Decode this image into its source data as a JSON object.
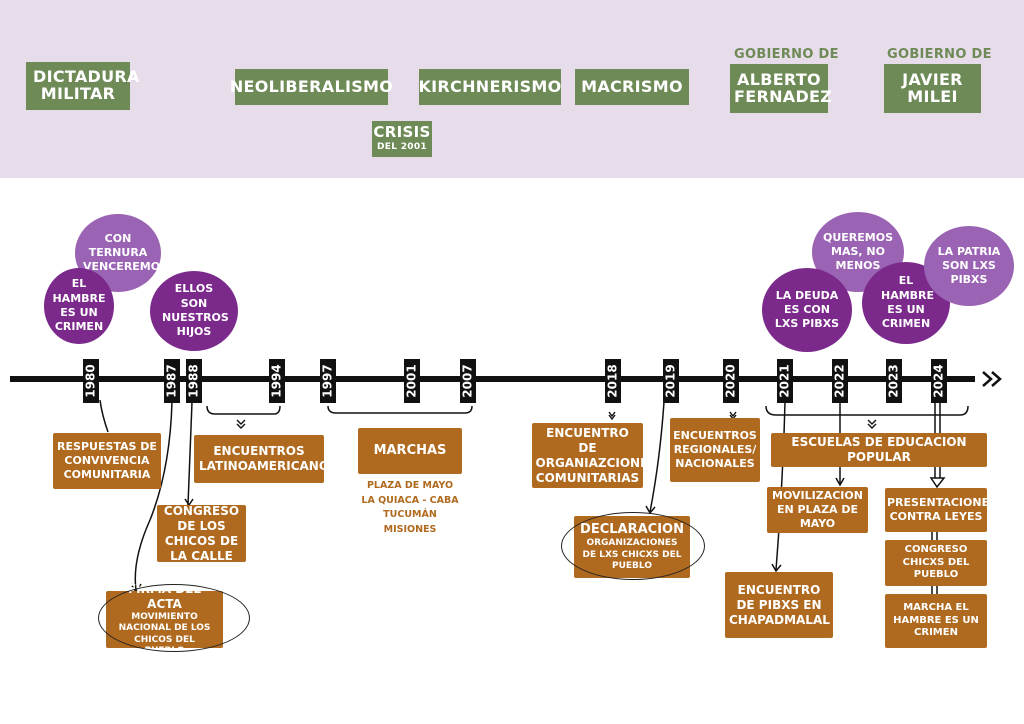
{
  "eras": {
    "dictadura": "DICTADURA MILITAR",
    "neoliberalismo": "NEOLIBERALISMO",
    "crisis_title": "CRISIS",
    "crisis_sub": "DEL 2001",
    "kirchnerismo": "KIRCHNERISMO",
    "macrismo": "MACRISMO",
    "fernandez_label": "GOBIERNO DE",
    "fernandez": "ALBERTO FERNADEZ",
    "milei_label": "GOBIERNO DE",
    "milei": "JAVIER MILEI"
  },
  "slogans": {
    "ternura": "CON TERNURA VENCEREMOS",
    "hambre1": "EL HAMBRE ES UN CRIMEN",
    "hijos": "ELLOS SON NUESTROS HIJOS",
    "queremos": "QUEREMOS MAS, NO MENOS",
    "deuda": "LA DEUDA ES CON LXS PIBXS",
    "hambre2": "EL HAMBRE ES UN CRIMEN",
    "patria": "LA PATRIA SON LXS PIBXS"
  },
  "years": [
    "1980",
    "1987",
    "1988",
    "1994",
    "1997",
    "2001",
    "2007",
    "2018",
    "2019",
    "2020",
    "2021",
    "2022",
    "2023",
    "2024"
  ],
  "events": {
    "respuestas": "RESPUESTAS DE CONVIVENCIA COMUNITARIA",
    "firma_title": "FIRMA DEL ACTA",
    "firma_sub": "MOVIMIENTO NACIONAL DE LOS CHICOS DEL PUEBLO",
    "congreso_calle": "CONGRESO DE LOS CHICOS DE LA CALLE",
    "latinoamericanos": "ENCUENTROS LATINOAMERICANOS",
    "marchas": "MARCHAS",
    "marchas_places": [
      "PLAZA DE MAYO",
      "LA QUIACA - CABA",
      "TUCUMÁN",
      "MISIONES"
    ],
    "organizaciones": "ENCUENTRO DE ORGANIAZCIONES COMUNITARIAS",
    "declaracion_title": "DECLARACION",
    "declaracion_sub": "ORGANIZACIONES DE LXS CHICXS DEL PUEBLO",
    "regionales": "ENCUENTROS REGIONALES/ NACIONALES",
    "escuelas": "ESCUELAS DE EDUCACION POPULAR",
    "movilizacion": "MOVILIZACION EN PLAZA DE MAYO",
    "pibxs": "ENCUENTRO DE PIBXS EN CHAPADMALAL",
    "presentaciones": "PRESENTACIONES CONTRA LEYES",
    "congreso_pueblo": "CONGRESO CHICXS DEL PUEBLO",
    "marcha_hambre": "MARCHA EL HAMBRE ES UN CRIMEN"
  },
  "colors": {
    "band": "#e6dcea",
    "era_green": "#6e8a56",
    "bubble_dark": "#7b2a8c",
    "bubble_light": "#9a63b3",
    "event_brown": "#b06a20",
    "timeline": "#111111"
  }
}
